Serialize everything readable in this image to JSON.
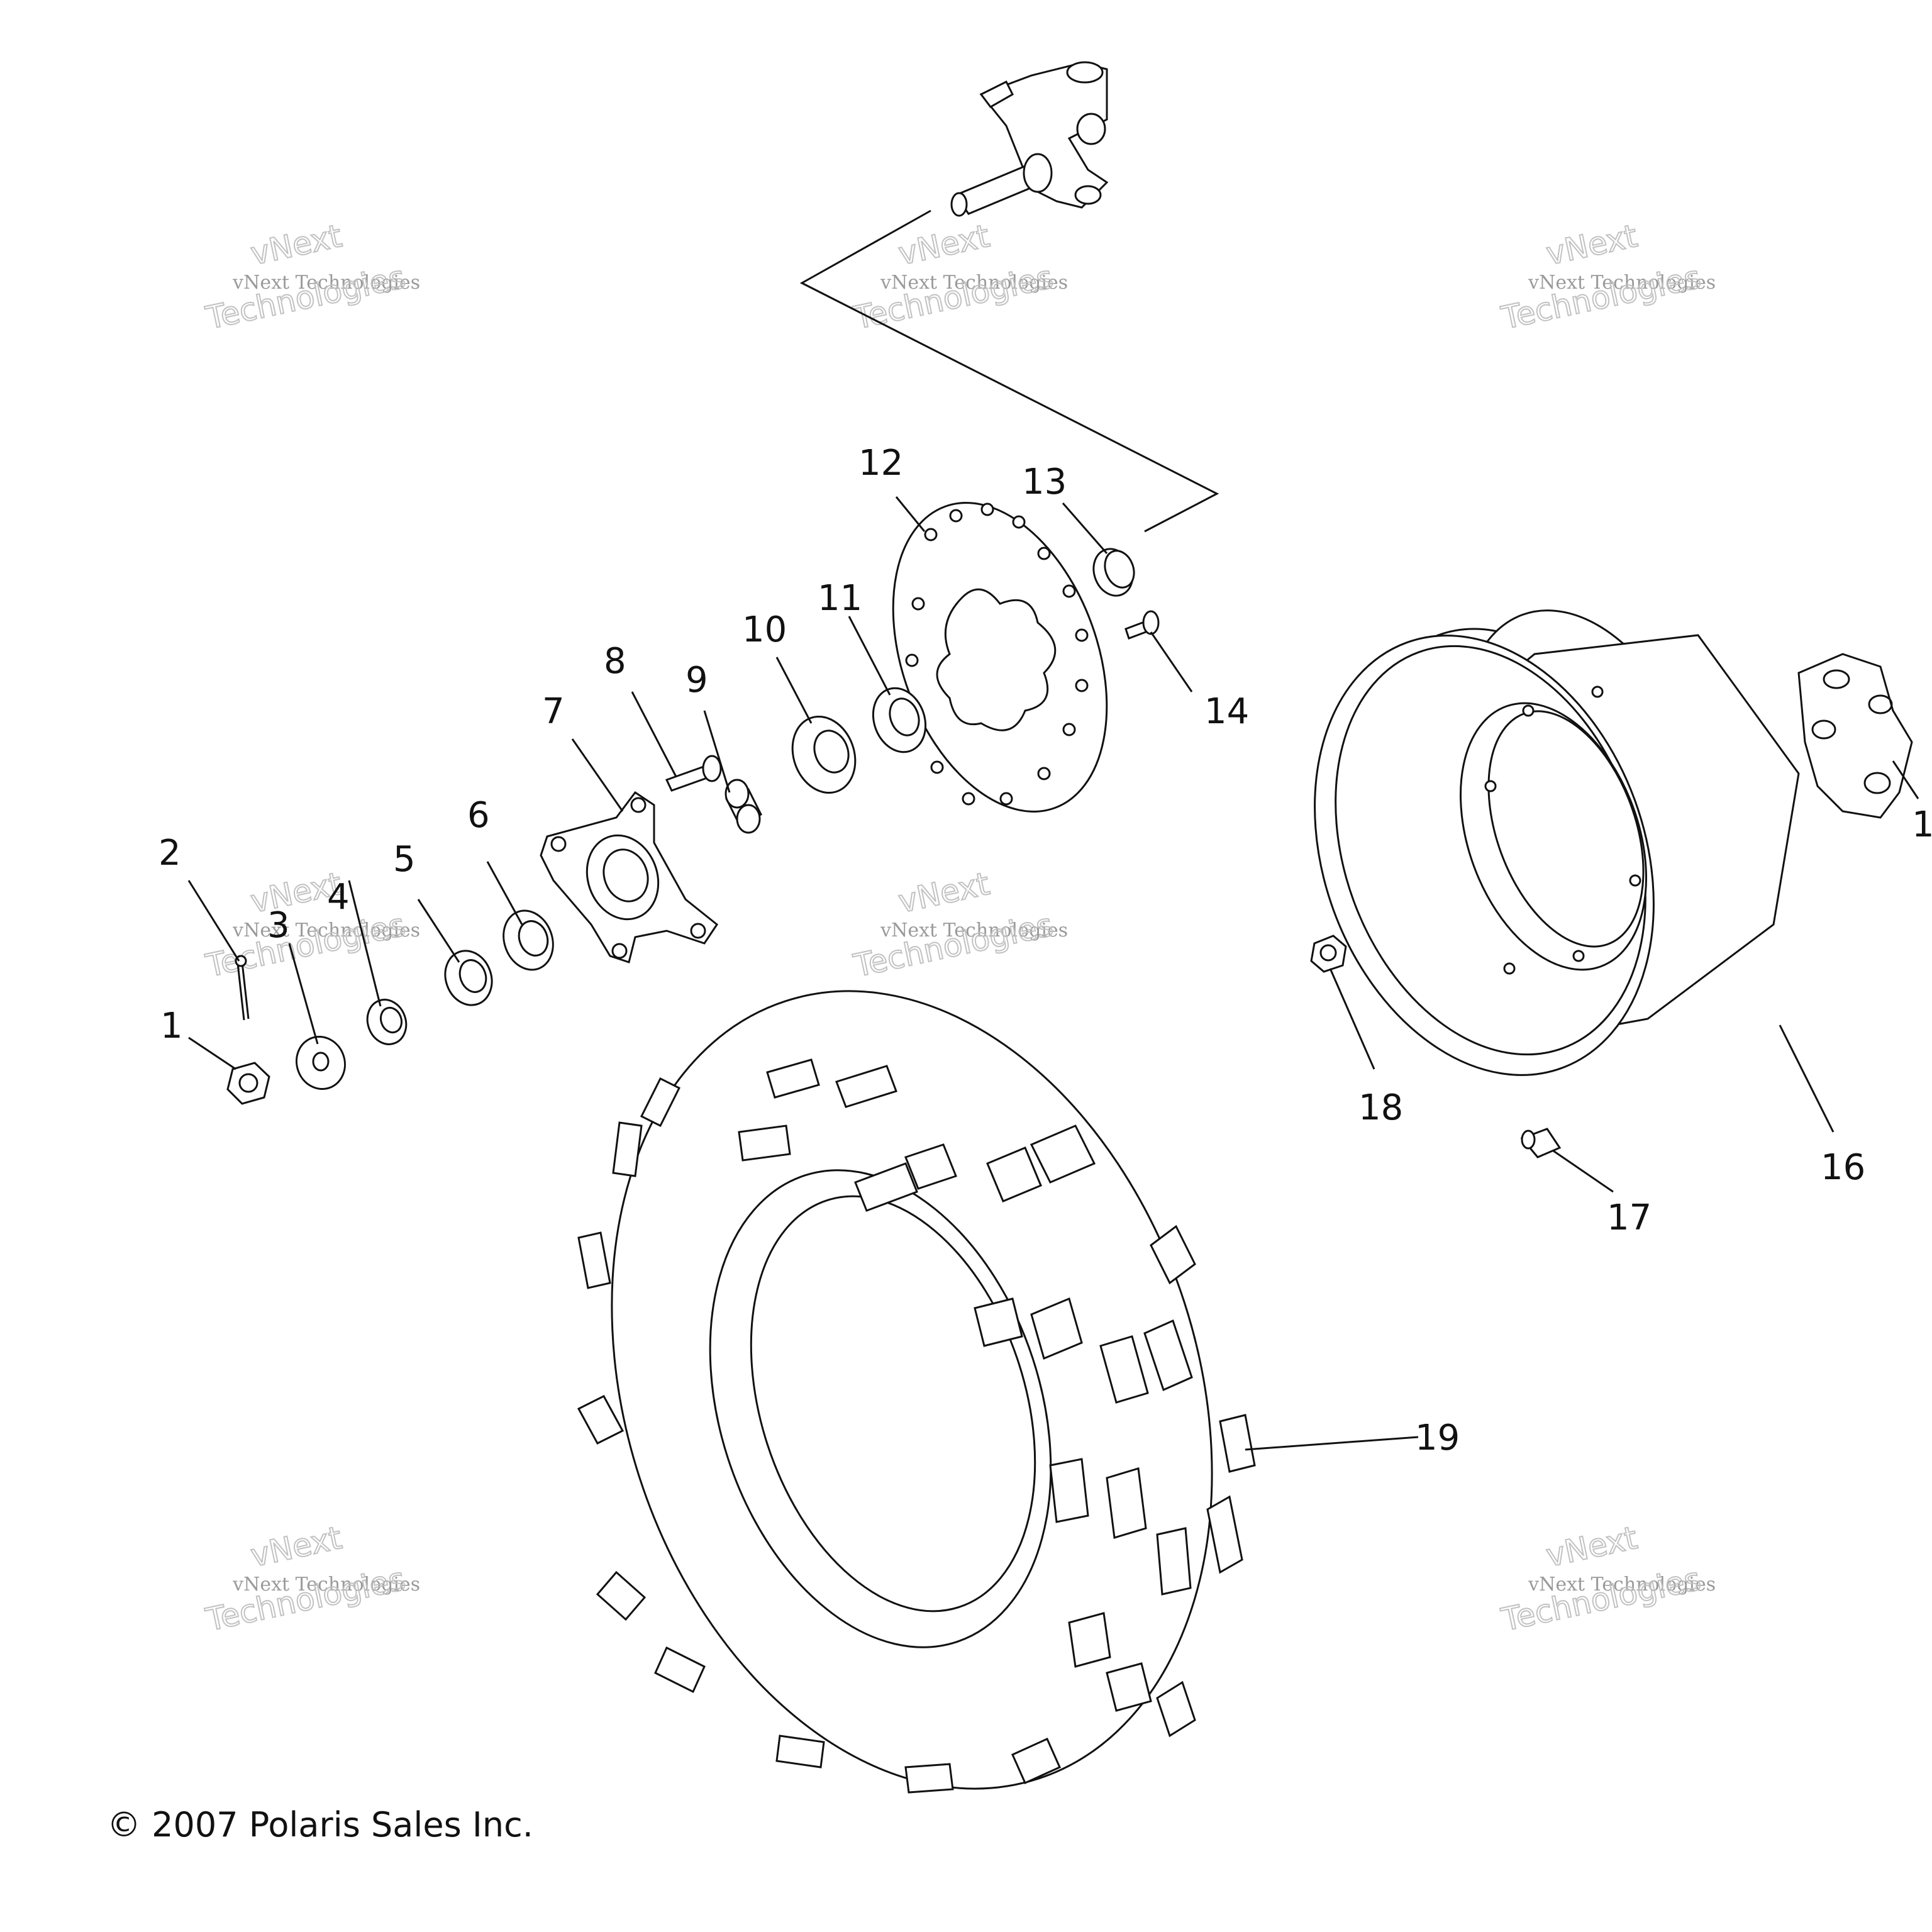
{
  "callouts": {
    "c1": "1",
    "c2": "2",
    "c3": "3",
    "c4": "4",
    "c5": "5",
    "c6": "6",
    "c7": "7",
    "c8": "8",
    "c9": "9",
    "c10": "10",
    "c11": "11",
    "c12": "12",
    "c13": "13",
    "c14": "14",
    "c15": "1",
    "c16": "16",
    "c17": "17",
    "c18": "18",
    "c19": "19"
  },
  "watermark": {
    "line1": "vNext Technologies",
    "outline_top": "vNext",
    "outline_bottom": "Technologies"
  },
  "copyright": "© 2007 Polaris Sales Inc."
}
